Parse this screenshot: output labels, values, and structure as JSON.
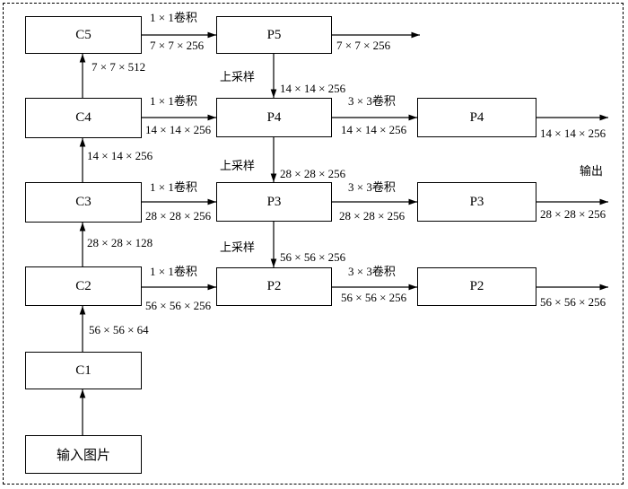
{
  "boxes": {
    "input": "输入图片",
    "c1": "C1",
    "c2": "C2",
    "c3": "C3",
    "c4": "C4",
    "c5": "C5",
    "p5": "P5",
    "p4": "P4",
    "p3": "P3",
    "p2": "P2",
    "p4_out": "P4",
    "p3_out": "P3",
    "p2_out": "P2"
  },
  "labels": {
    "c1_to_c2": "56 × 56 × 64",
    "c2_to_c3": "28 × 28 × 128",
    "c3_to_c4": "14 × 14 × 256",
    "c4_to_c5": "7 × 7 × 512",
    "conv1x1": "1 × 1卷积",
    "conv3x3": "3 × 3卷积",
    "upsample": "上采样",
    "size_7": "7 × 7 × 256",
    "size_14": "14 × 14 × 256",
    "size_28": "28 × 28 × 256",
    "size_56": "56 × 56 × 256",
    "output": "输出"
  }
}
